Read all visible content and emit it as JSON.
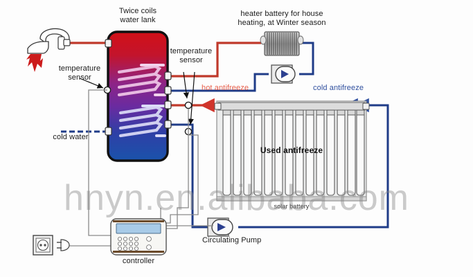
{
  "diagram": {
    "title_watermark": "hnyn.en.alibaba.com",
    "labels": {
      "tank": "Twice coils\nwater lank",
      "heater_battery": "heater battery for house\nheating, at Winter season",
      "temp_sensor_left": "temperature\nsensor",
      "temp_sensor_mid": "temperature\nsensor",
      "hot_antifreeze": "hot antifreeze",
      "cold_antifreeze": "cold antifreeze",
      "cold_water": "cold water",
      "used_antifreeze": "Used antifreeze",
      "solar_battery": "solar battery",
      "circulating_pump": "Circulating Pump",
      "controller": "controller"
    },
    "colors": {
      "hot_pipe": "#c0392b",
      "cold_pipe": "#1f3c88",
      "signal_wire": "#8a8a8a",
      "tank_top": "#cf1016",
      "tank_mid": "#7a2391",
      "tank_bottom": "#1c3fa0",
      "pump_arrow": "#2b3f8f",
      "flame_red": "#cc1b1b",
      "outline": "#1a1a1a",
      "metal": "#c9c9c9",
      "lcd": "#a8cbe8"
    },
    "components": [
      {
        "name": "faucet",
        "label": "faucet-tap"
      },
      {
        "name": "water-tank",
        "label": "Twice coils water lank"
      },
      {
        "name": "heater-battery",
        "label": "heater battery for house heating, at Winter season"
      },
      {
        "name": "solar-collector",
        "label": "solar battery"
      },
      {
        "name": "circulating-pump-top",
        "label": "pump"
      },
      {
        "name": "circulating-pump-bottom",
        "label": "Circulating Pump"
      },
      {
        "name": "controller",
        "label": "controller"
      },
      {
        "name": "power-socket",
        "label": "power socket and plug"
      },
      {
        "name": "temperature-sensor-1",
        "label": "temperature sensor"
      },
      {
        "name": "temperature-sensor-2",
        "label": "temperature sensor"
      },
      {
        "name": "temperature-sensor-3",
        "label": "temperature sensor"
      }
    ],
    "solar_collector": {
      "tube_count": 14
    },
    "radiator": {
      "fin_count": 16
    },
    "controller_panel": {
      "keypad_rows": 3,
      "keypad_cols": 4,
      "round_buttons": 2
    }
  }
}
